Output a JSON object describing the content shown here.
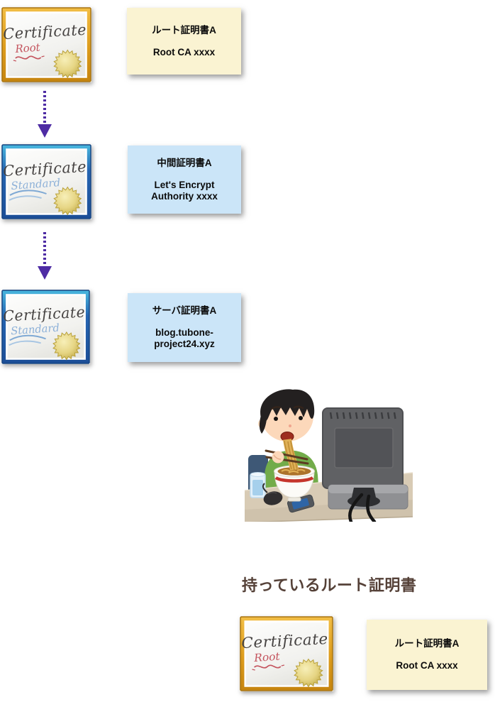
{
  "diagram": {
    "heading": "持っているルート証明書",
    "nodes": {
      "root_top": {
        "cert": {
          "title": "Certificate",
          "subtitle": "Root"
        },
        "note": {
          "title": "ルート証明書A",
          "lines": [
            "Root CA xxxx"
          ]
        }
      },
      "intermediate": {
        "cert": {
          "title": "Certificate",
          "subtitle": "Standard"
        },
        "note": {
          "title": "中間証明書A",
          "lines": [
            "Let's Encrypt",
            "Authority xxxx"
          ]
        }
      },
      "server": {
        "cert": {
          "title": "Certificate",
          "subtitle": "Standard"
        },
        "note": {
          "title": "サーバ証明書A",
          "lines": [
            "blog.tubone-",
            "project24.xyz"
          ]
        }
      },
      "owned_root": {
        "cert": {
          "title": "Certificate",
          "subtitle": "Root"
        },
        "note": {
          "title": "ルート証明書A",
          "lines": [
            "Root CA xxxx"
          ]
        }
      }
    },
    "colors": {
      "note_cream_bg": "#FAF3D2",
      "note_blue_bg": "#CBE5F8",
      "arrow_purple": "#4E2CA4",
      "heading_brown": "#554138",
      "cert_gold_border": "#D99A1B",
      "cert_blue_border": "#2163AE"
    },
    "illustration": "person-eating-ramen-at-computer"
  }
}
